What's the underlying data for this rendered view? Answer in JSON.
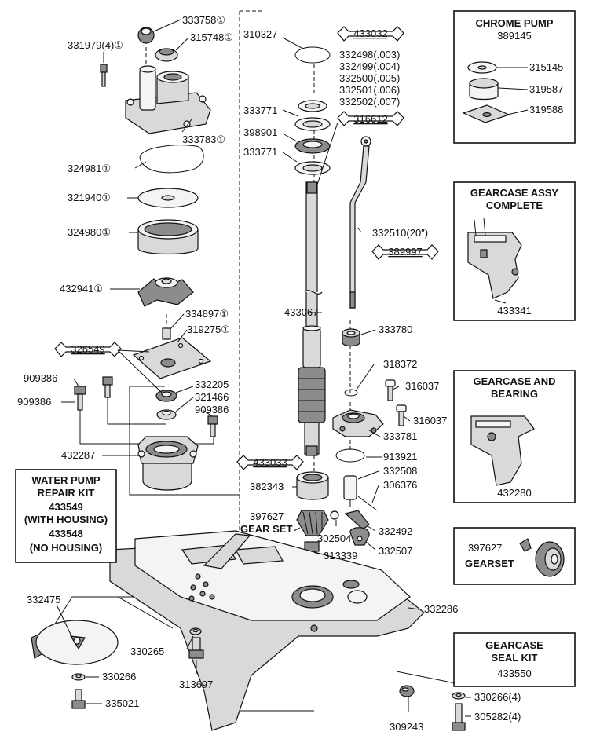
{
  "diagram": {
    "labels": {
      "p333758": "333758①",
      "p315748": "315748①",
      "p331979": "331979(4)①",
      "p333783": "333783①",
      "p324981": "324981①",
      "p321940": "321940①",
      "p324980": "324980①",
      "p432941": "432941①",
      "p334897": "334897①",
      "p319275": "319275①",
      "p909386a": "909386",
      "p909386b": "909386",
      "p332205": "332205",
      "p321466": "321466",
      "p909386c": "909386",
      "p432287": "432287",
      "p310327": "310327",
      "p332498": "332498(.003)",
      "p332499": "332499(.004)",
      "p332500": "332500(.005)",
      "p332501": "332501(.006)",
      "p332502": "332502(.007)",
      "p333771a": "333771",
      "p398901": "398901",
      "p333771b": "333771",
      "p332510": "332510(20″)",
      "p433067": "433067",
      "p333780": "333780",
      "p318372": "318372",
      "p316037a": "316037",
      "p316037b": "316037",
      "p333781": "333781",
      "p913921": "913921",
      "p332508": "332508",
      "p306376": "306376",
      "p382343": "382343",
      "p397627": "397627",
      "gearset": "GEAR SET",
      "p302504": "302504",
      "p332492": "332492",
      "p332507": "332507",
      "p313339": "313339",
      "p332286": "332286",
      "p332475": "332475",
      "p330265": "330265",
      "p313697": "313697",
      "p330266": "330266",
      "p335021": "335021",
      "p309243": "309243",
      "p330266b": "330266(4)",
      "p305282": "305282(4)"
    },
    "tools": {
      "t433032": "433032",
      "t316612": "316612",
      "t389997": "389997",
      "t326549": "326549",
      "t433033": "433033"
    },
    "water_pump_kit": {
      "line1": "WATER PUMP",
      "line2": "REPAIR KIT",
      "line3": "433549",
      "line4": "(WITH HOUSING)",
      "line5": "433548",
      "line6": "(NO HOUSING)"
    },
    "chrome_pump": {
      "title": "CHROME PUMP",
      "number": "389145",
      "parts": [
        "315145",
        "319587",
        "319588"
      ]
    },
    "gearcase_assy": {
      "title1": "GEARCASE ASSY",
      "title2": "COMPLETE",
      "number": "433341"
    },
    "gearcase_bearing": {
      "title1": "GEARCASE AND",
      "title2": "BEARING",
      "number": "432280"
    },
    "gearset_box": {
      "number": "397627",
      "title": "GEARSET"
    },
    "seal_kit": {
      "title1": "GEARCASE",
      "title2": "SEAL KIT",
      "number": "433550"
    }
  }
}
